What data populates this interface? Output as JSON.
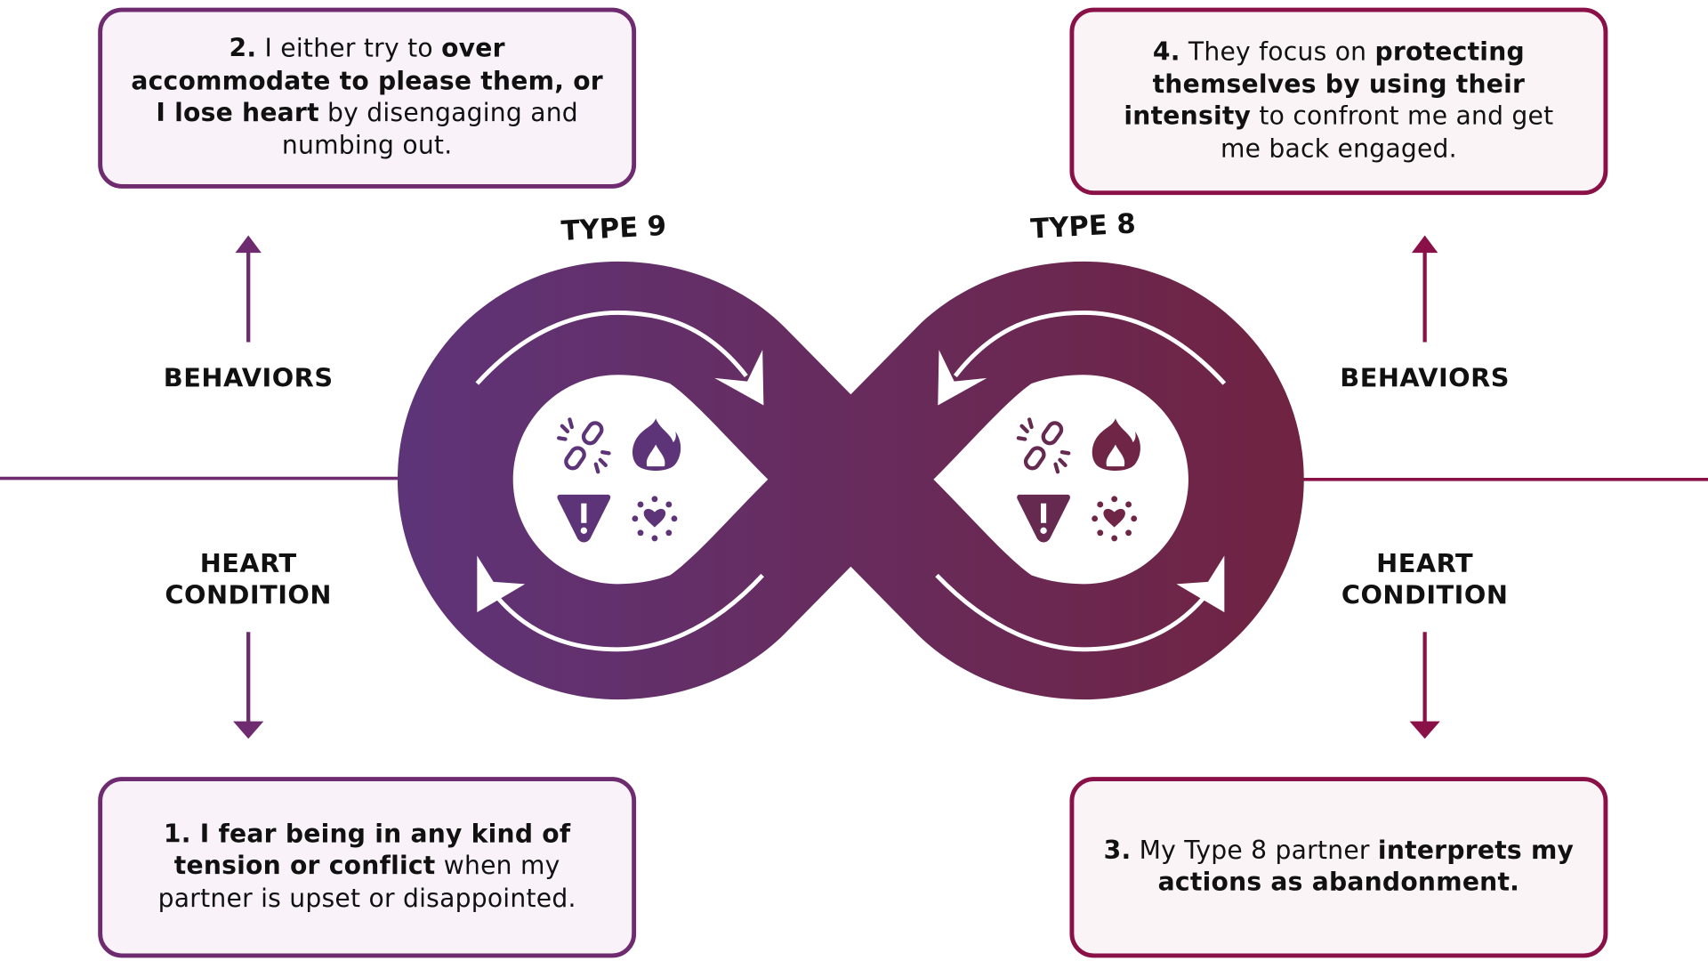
{
  "colors": {
    "type9_purple": "#5e3479",
    "type8_maroon": "#702341",
    "box_border_left": "#6e2b70",
    "box_border_right": "#8a1148",
    "box_fill": "#f9f3f9",
    "text": "#111111"
  },
  "loop_labels": {
    "left": "TYPE 9",
    "right": "TYPE 8"
  },
  "side_labels": {
    "left_behaviors": "BEHAVIORS",
    "left_heart_line1": "HEART",
    "left_heart_line2": "CONDITION",
    "right_behaviors": "BEHAVIORS",
    "right_heart_line1": "HEART",
    "right_heart_line2": "CONDITION"
  },
  "icons": [
    "broken-link-icon",
    "flame-icon",
    "warning-shield-icon",
    "burst-heart-icon"
  ],
  "boxes": {
    "step1": {
      "number": "1.",
      "bold_a": " I fear being in any kind of tension or conflict",
      "normal_a": " when my partner is upset or disappointed."
    },
    "step2": {
      "number": "2.",
      "normal_a": " I either try to ",
      "bold_a": "over accommodate to please them, or I lose heart",
      "normal_b": " by disengaging and numbing out."
    },
    "step3": {
      "number": "3.",
      "normal_a": " My Type 8 partner ",
      "bold_a": "interprets my actions as abandonment."
    },
    "step4": {
      "number": "4.",
      "normal_a": " They focus on ",
      "bold_a": "protecting themselves by using their intensity",
      "normal_b": " to confront me and get me back engaged."
    }
  }
}
